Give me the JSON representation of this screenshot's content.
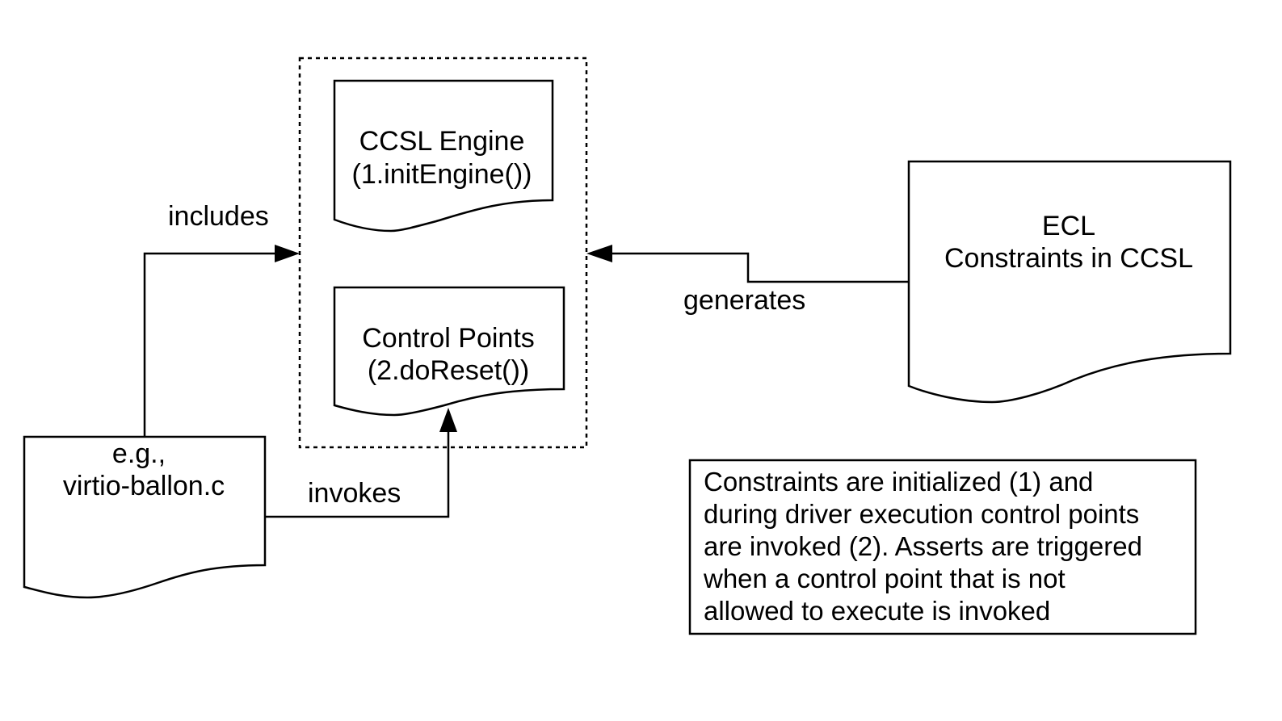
{
  "ccsl_engine": {
    "line1": "CCSL Engine",
    "line2": "(1.initEngine())"
  },
  "control_points": {
    "line1": "Control Points",
    "line2": "(2.doReset())"
  },
  "ecl": {
    "line1": "ECL",
    "line2": "Constraints in CCSL"
  },
  "driver": {
    "line1": "e.g.,",
    "line2": "virtio-ballon.c"
  },
  "edges": {
    "includes": "includes",
    "generates": "generates",
    "invokes": "invokes"
  },
  "note": {
    "text": "Constraints are initialized (1) and\nduring driver execution control points\nare invoked (2). Asserts are triggered\nwhen a control point that is not\nallowed to execute is invoked"
  }
}
